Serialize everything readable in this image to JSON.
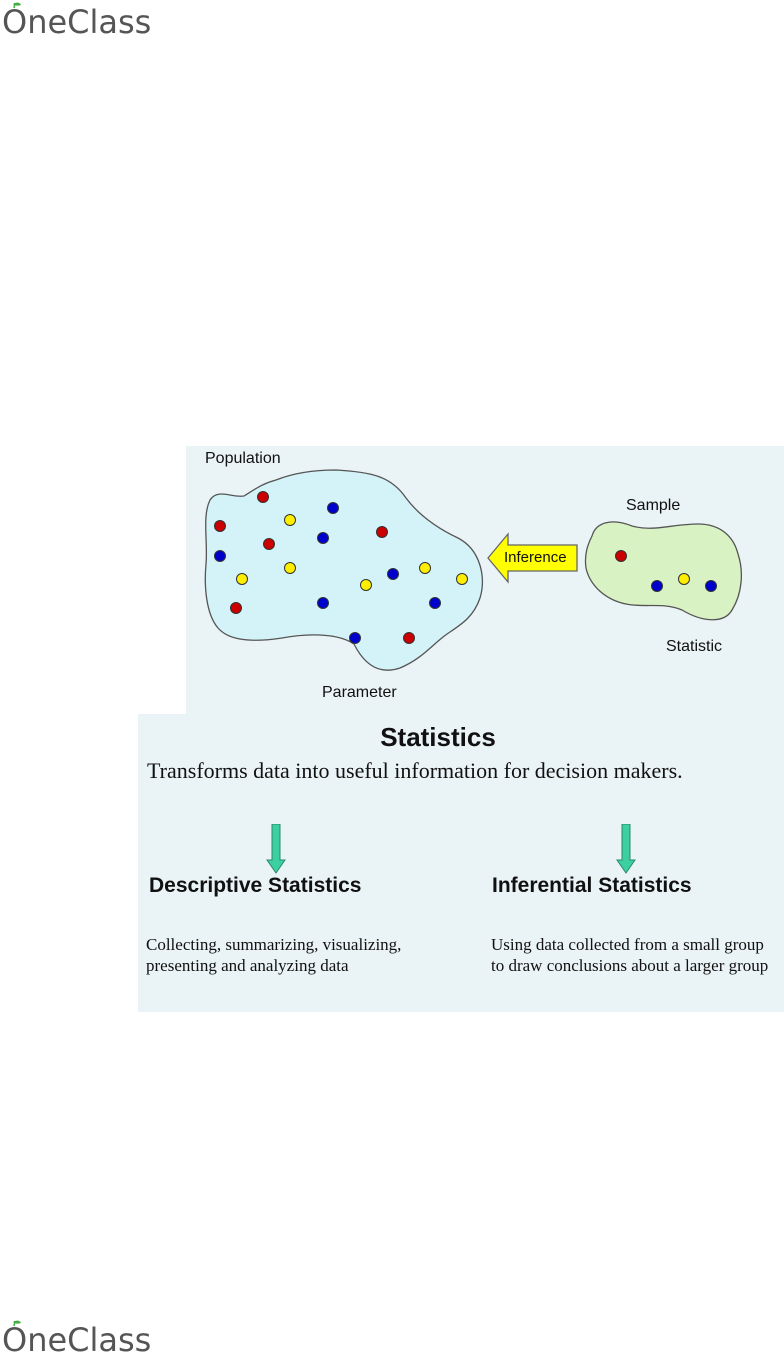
{
  "header": {
    "logo": "OneClass"
  },
  "footer": {
    "logo": "OneClass"
  },
  "diagram": {
    "population_label": "Population",
    "parameter_label": "Parameter",
    "sample_label": "Sample",
    "statistic_label": "Statistic",
    "inference_label": "Inference",
    "dot_colors": {
      "red": "#cc0000",
      "blue": "#0000cc",
      "yellow": "#ffee00"
    },
    "population_fill": "#d4f3f8",
    "sample_fill": "#d8f2c4",
    "arrow_fill": "#ffff00"
  },
  "statistics": {
    "title": "Statistics",
    "description": "Transforms data into useful information for decision makers.",
    "descriptive": {
      "heading": "Descriptive Statistics",
      "body": "Collecting, summarizing, visualizing, presenting and analyzing data"
    },
    "inferential": {
      "heading": "Inferential Statistics",
      "body": "Using data collected from a small group to draw conclusions about a larger group"
    },
    "arrow_color": "#3ccf9f"
  }
}
